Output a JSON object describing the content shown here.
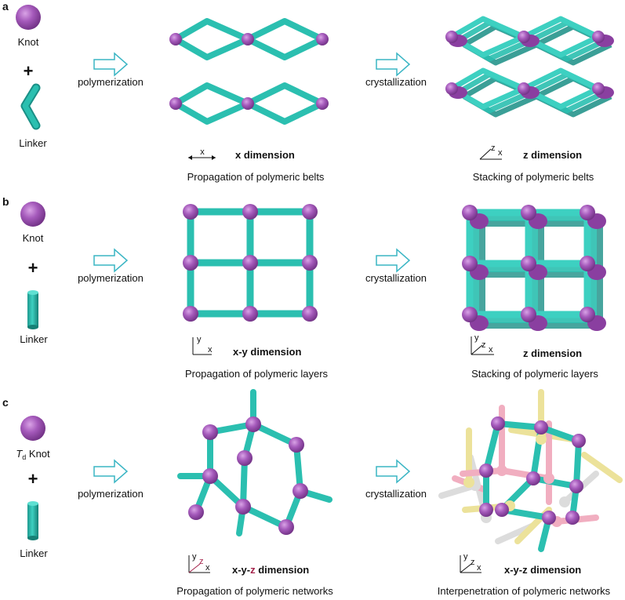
{
  "colors": {
    "knot": "#9b4fb0",
    "knot_highlight": "#c98ad6",
    "linker": "#2bbfb0",
    "linker_dark": "#1a8f86",
    "arrow": "#3ab5c4",
    "pink": "#f1aec0",
    "yellow": "#ece29a",
    "white": "#dcdcdc",
    "z_axis": "#a3224a"
  },
  "panels": [
    {
      "letter": "a",
      "knot_label": "Knot",
      "plus": "+",
      "linker_label": "Linker",
      "arrow1_label": "polymerization",
      "arrow2_label": "crystallization",
      "mid_axis": "x",
      "mid_dim": "x dimension",
      "mid_caption": "Propagation of polymeric belts",
      "right_axis_z": "z",
      "right_axis_x": "x",
      "right_dim": "z dimension",
      "right_caption": "Stacking of polymeric belts"
    },
    {
      "letter": "b",
      "knot_label": "Knot",
      "plus": "+",
      "linker_label": "Linker",
      "arrow1_label": "polymerization",
      "arrow2_label": "crystallization",
      "mid_axis_y": "y",
      "mid_axis_x": "x",
      "mid_dim": "x-y dimension",
      "mid_caption": "Propagation of polymeric layers",
      "right_axis_y": "y",
      "right_axis_z": "z",
      "right_axis_x": "x",
      "right_dim": "z dimension",
      "right_caption": "Stacking of polymeric layers"
    },
    {
      "letter": "c",
      "knot_label_italic": "T",
      "knot_label_sub": "d",
      "knot_label_rest": " Knot",
      "plus": "+",
      "linker_label": "Linker",
      "arrow1_label": "polymerization",
      "arrow2_label": "crystallization",
      "mid_axis_y": "y",
      "mid_axis_z": "z",
      "mid_axis_x": "x",
      "mid_dim_a": "x-y-",
      "mid_dim_z": "z",
      "mid_dim_b": " dimension",
      "mid_caption": "Propagation of polymeric networks",
      "right_axis_y": "y",
      "right_axis_z": "z",
      "right_axis_x": "x",
      "right_dim": "x-y-z dimension",
      "right_caption": "Interpenetration of polymeric networks"
    }
  ]
}
